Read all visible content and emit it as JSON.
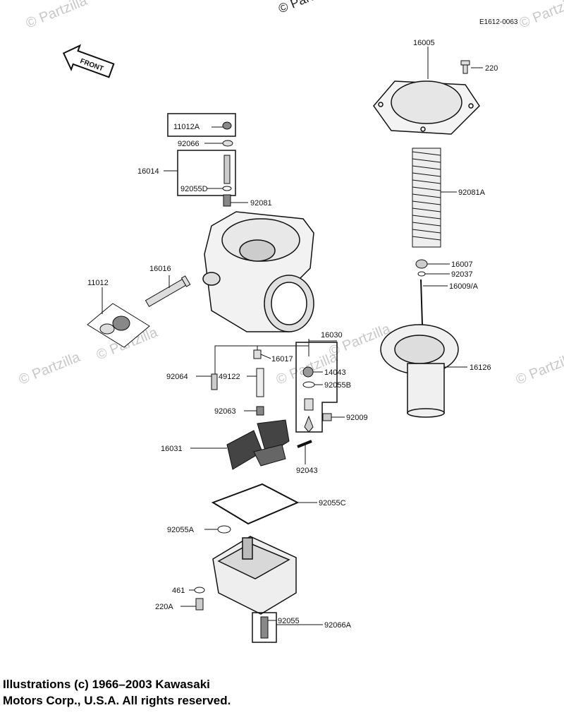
{
  "header": {
    "diagram_code": "E1612-0063",
    "top_copyright": "© Partzilla"
  },
  "watermark": "© Partzilla",
  "front_arrow_label": "FRONT",
  "callouts": [
    {
      "id": "16005",
      "label": "16005"
    },
    {
      "id": "220",
      "label": "220"
    },
    {
      "id": "11012A",
      "label": "11012A"
    },
    {
      "id": "92066",
      "label": "92066"
    },
    {
      "id": "16014",
      "label": "16014"
    },
    {
      "id": "92055D",
      "label": "92055D"
    },
    {
      "id": "92081",
      "label": "92081"
    },
    {
      "id": "92081A",
      "label": "92081A"
    },
    {
      "id": "16016",
      "label": "16016"
    },
    {
      "id": "11012",
      "label": "11012"
    },
    {
      "id": "16007",
      "label": "16007"
    },
    {
      "id": "92037",
      "label": "92037"
    },
    {
      "id": "16009A",
      "label": "16009/A"
    },
    {
      "id": "16030",
      "label": "16030"
    },
    {
      "id": "16017",
      "label": "16017"
    },
    {
      "id": "14043",
      "label": "14043"
    },
    {
      "id": "92064",
      "label": "92064"
    },
    {
      "id": "49122",
      "label": "49122"
    },
    {
      "id": "92055B",
      "label": "92055B"
    },
    {
      "id": "16126",
      "label": "16126"
    },
    {
      "id": "92063",
      "label": "92063"
    },
    {
      "id": "92009",
      "label": "92009"
    },
    {
      "id": "16031",
      "label": "16031"
    },
    {
      "id": "92043",
      "label": "92043"
    },
    {
      "id": "92055C",
      "label": "92055C"
    },
    {
      "id": "92055A",
      "label": "92055A"
    },
    {
      "id": "461",
      "label": "461"
    },
    {
      "id": "220A",
      "label": "220A"
    },
    {
      "id": "92055",
      "label": "92055"
    },
    {
      "id": "92066A",
      "label": "92066A"
    }
  ],
  "caption": {
    "line1": "Illustrations (c) 1966–2003 Kawasaki",
    "line2": "Motors Corp., U.S.A.  All rights reserved."
  }
}
